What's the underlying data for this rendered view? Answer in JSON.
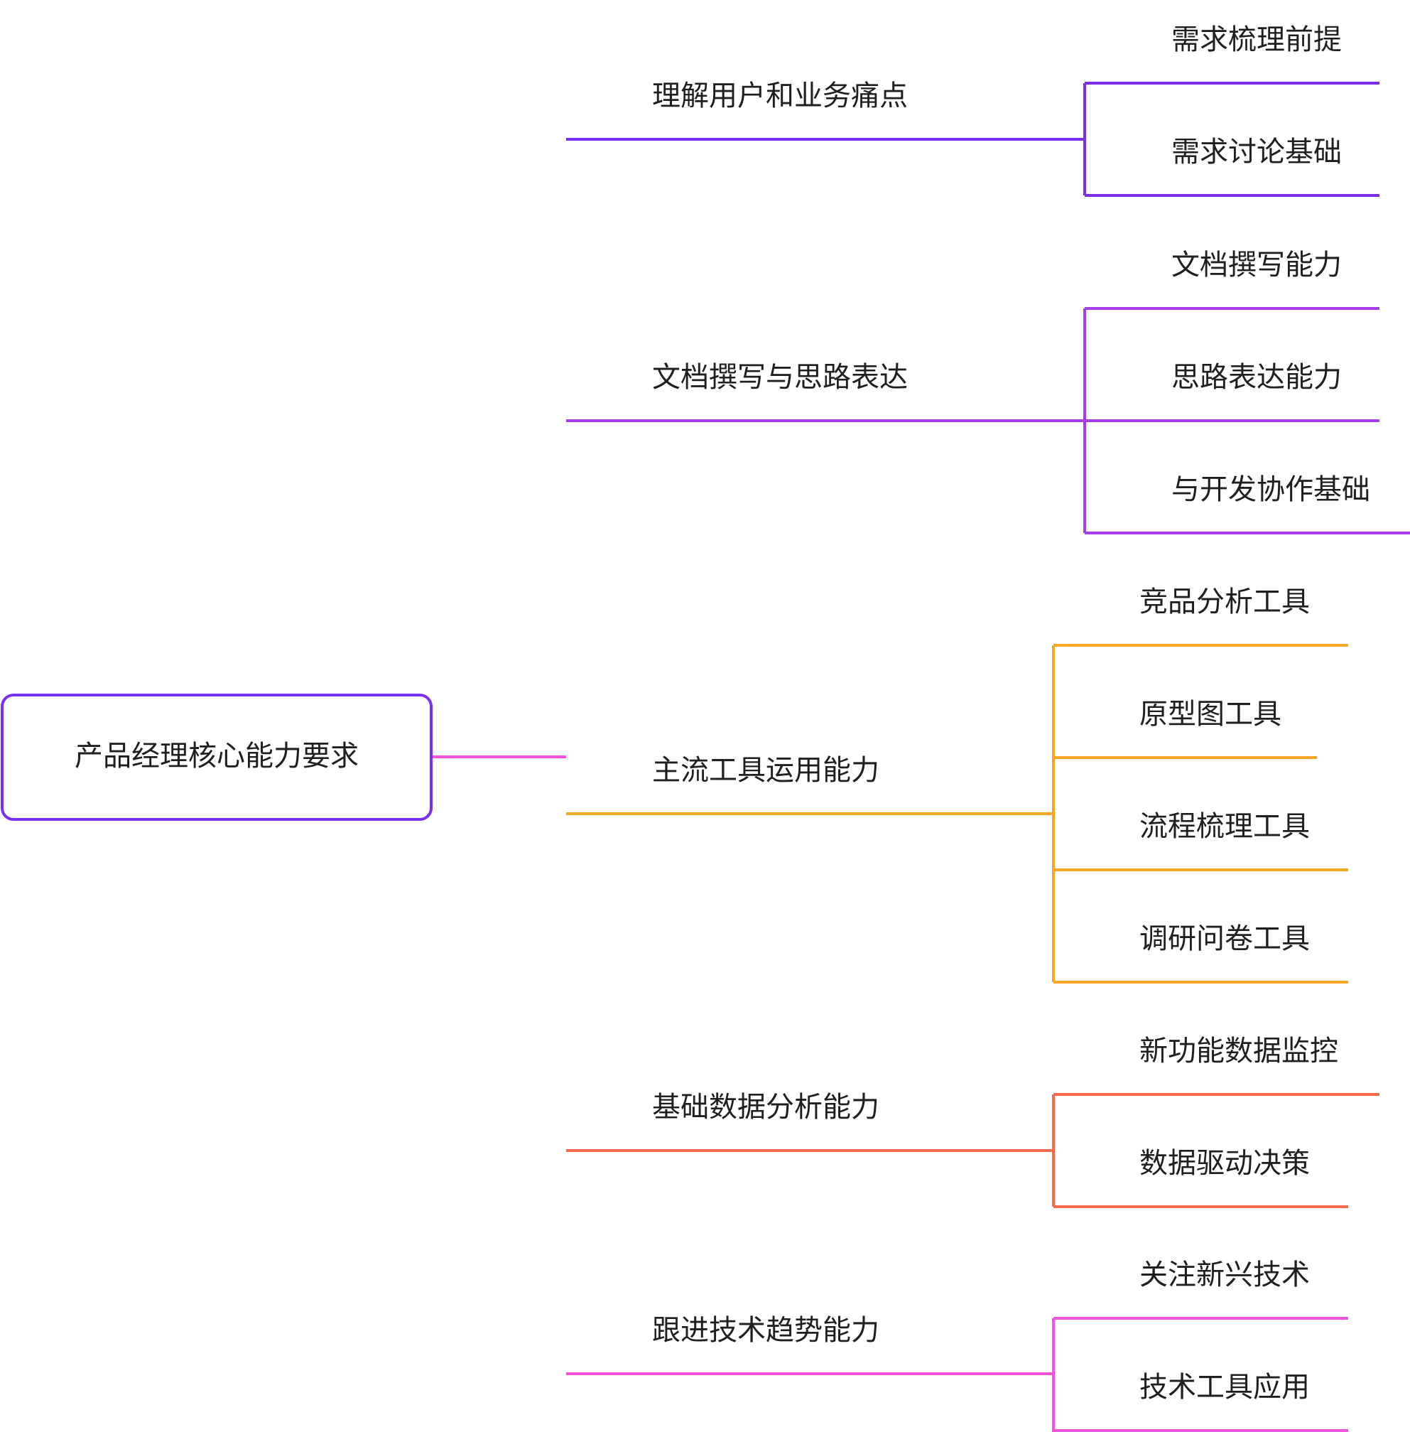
{
  "root": {
    "label": "产品经理核心能力要求",
    "border_color": "#7B2FF2"
  },
  "branches": [
    {
      "label": "理解用户和业务痛点",
      "color": "#7B2FF2",
      "children": [
        "需求梳理前提",
        "需求讨论基础"
      ]
    },
    {
      "label": "文档撰写与思路表达",
      "color": "#A93CF0",
      "children": [
        "文档撰写能力",
        "思路表达能力",
        "与开发协作基础"
      ]
    },
    {
      "label": "主流工具运用能力",
      "color": "#F5A623",
      "children": [
        "竞品分析工具",
        "原型图工具",
        "流程梳理工具",
        "调研问卷工具"
      ]
    },
    {
      "label": "基础数据分析能力",
      "color": "#F76B4A",
      "children": [
        "新功能数据监控",
        "数据驱动决策"
      ]
    },
    {
      "label": "跟进技术趋势能力",
      "color": "#F752E0",
      "children": [
        "关注新兴技术",
        "技术工具应用"
      ]
    }
  ],
  "trunk_colors": {
    "top": "#7B2FF2",
    "middle": "#B33EEE",
    "bottom": "#F752E0"
  }
}
